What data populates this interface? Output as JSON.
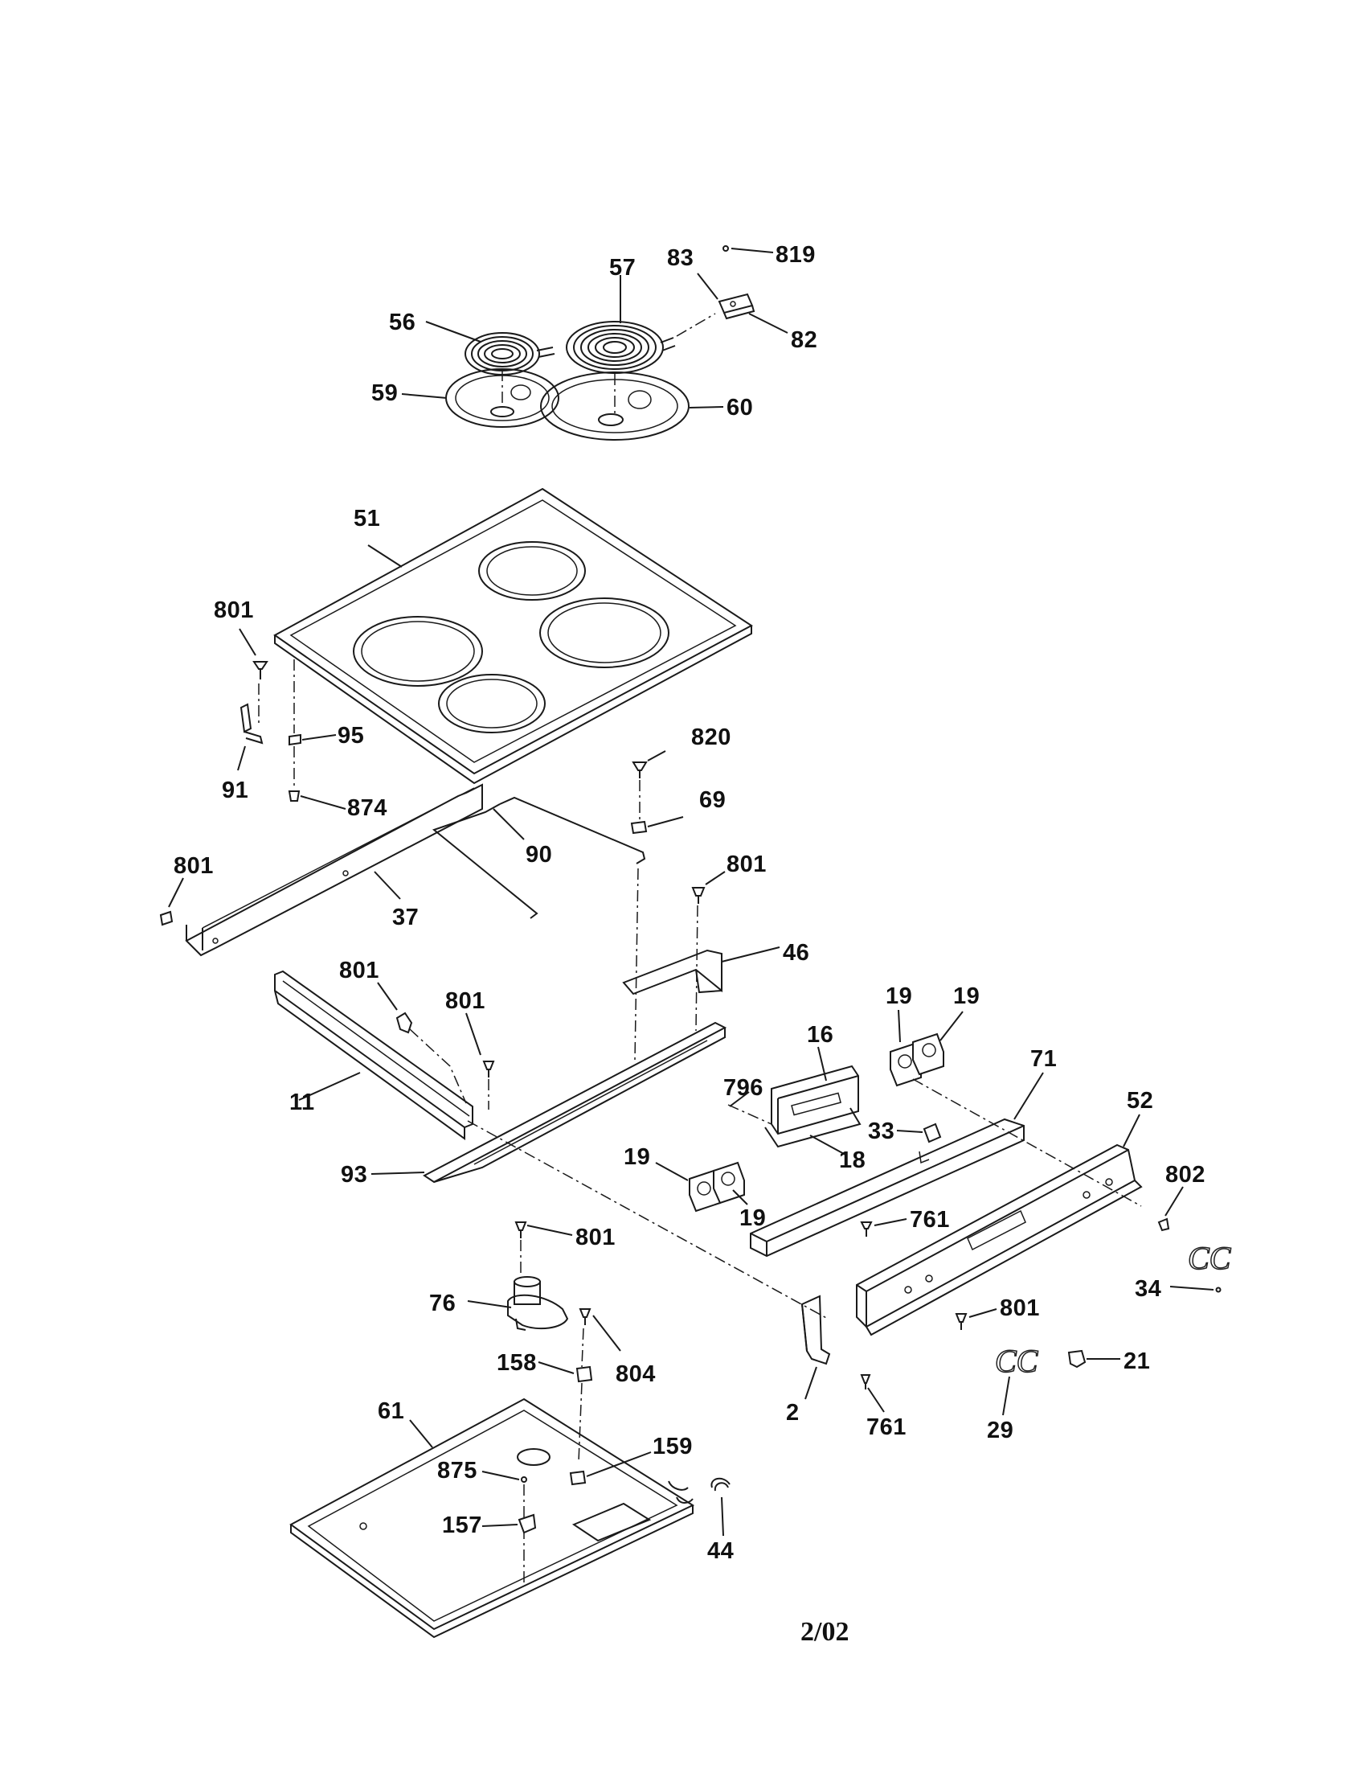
{
  "labels": {
    "p819": "819",
    "p83": "83",
    "p57": "57",
    "p56": "56",
    "p82": "82",
    "p59": "59",
    "p60": "60",
    "p51": "51",
    "p801_a": "801",
    "p95": "95",
    "p91": "91",
    "p874": "874",
    "p820": "820",
    "p69": "69",
    "p90": "90",
    "p801_b": "801",
    "p37": "37",
    "p801_c": "801",
    "p46": "46",
    "p801_d": "801",
    "p801_e": "801",
    "p11": "11",
    "p93": "93",
    "p16": "16",
    "p19_a": "19",
    "p19_b": "19",
    "p71": "71",
    "p52": "52",
    "p796": "796",
    "p33": "33",
    "p18": "18",
    "p19_c": "19",
    "p19_d": "19",
    "p802": "802",
    "p801_f": "801",
    "p761_a": "761",
    "p34": "34",
    "p76": "76",
    "p801_g": "801",
    "p804": "804",
    "p158": "158",
    "p2": "2",
    "p761_b": "761",
    "p21": "21",
    "p29": "29",
    "p61": "61",
    "p159": "159",
    "p875": "875",
    "p157": "157",
    "p44": "44"
  },
  "footer": {
    "code": "2/02"
  },
  "annotations": {
    "mark_a": "CC",
    "mark_b": "CC"
  }
}
